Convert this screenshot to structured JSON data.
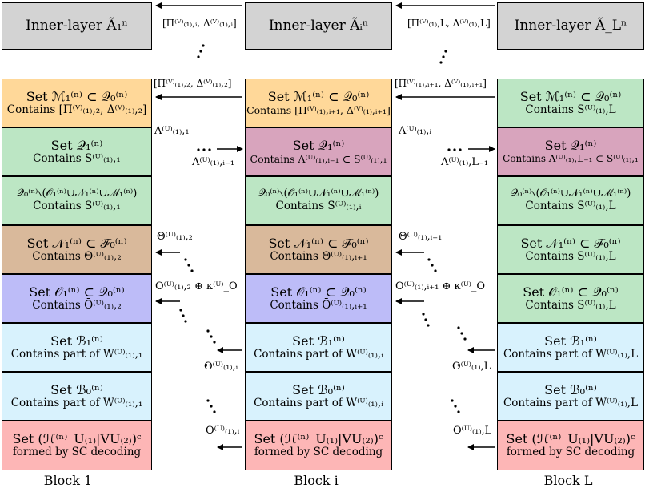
{
  "headers": [
    "Inner-layer Ã₁ⁿ",
    "Inner-layer Ãᵢⁿ",
    "Inner-layer Ã_Lⁿ"
  ],
  "colors": {
    "header": "#d3d3d3",
    "orange": "#ffd899",
    "green": "#bce6c4",
    "magenta": "#d8a4bd",
    "brown": "#d9b99b",
    "blue": "#bdbcf8",
    "lightblue": "#d8f2fd",
    "pink": "#fdb6b6"
  },
  "col1": [
    {
      "color": "orange",
      "line1": "Set ℳ₁⁽ⁿ⁾ ⊂ 𝒬₀⁽ⁿ⁾",
      "line2": "Contains [Π⁽ⱽ⁾₍₁₎,₂, Δ⁽ⱽ⁾₍₁₎,₂]"
    },
    {
      "color": "green",
      "line1": "Set 𝒬₁⁽ⁿ⁾",
      "line2": "Contains S⁽ᵁ⁾₍₁₎,₁"
    },
    {
      "color": "green",
      "line1": "𝒬₀⁽ⁿ⁾∖(𝒪₁⁽ⁿ⁾∪𝒩₁⁽ⁿ⁾∪ℳ₁⁽ⁿ⁾)",
      "line2": "Contains S⁽ᵁ⁾₍₁₎,₁"
    },
    {
      "color": "brown",
      "line1": "Set 𝒩₁⁽ⁿ⁾ ⊂ ℱ₀⁽ⁿ⁾",
      "line2": "Contains Θ⁽ᵁ⁾₍₁₎,₂"
    },
    {
      "color": "blue",
      "line1": "Set 𝒪₁⁽ⁿ⁾ ⊂ 𝒬₀⁽ⁿ⁾",
      "line2": "Contains Ō⁽ᵁ⁾₍₁₎,₂"
    },
    {
      "color": "lightblue",
      "line1": "Set ℬ₁⁽ⁿ⁾",
      "line2": "Contains part of W⁽ᵁ⁾₍₁₎,₁"
    },
    {
      "color": "lightblue",
      "line1": "Set ℬ₀⁽ⁿ⁾",
      "line2": "Contains part of W⁽ᵁ⁾₍₁₎,₁"
    },
    {
      "color": "pink",
      "line1": "Set (ℋ⁽ⁿ⁾_U₍₁₎|VU₍₂₎)ᶜ",
      "line2": "formed by SC decoding"
    }
  ],
  "col2": [
    {
      "color": "orange",
      "line1": "Set ℳ₁⁽ⁿ⁾ ⊂ 𝒬₀⁽ⁿ⁾",
      "line2": "Contains [Π⁽ⱽ⁾₍₁₎,ᵢ₊₁, Δ⁽ⱽ⁾₍₁₎,ᵢ₊₁]"
    },
    {
      "color": "magenta",
      "line1": "Set 𝒬₁⁽ⁿ⁾",
      "line2": "Contains Λ⁽ᵁ⁾₍₁₎,ᵢ₋₁ ⊂ S⁽ᵁ⁾₍₁₎,₁"
    },
    {
      "color": "green",
      "line1": "𝒬₀⁽ⁿ⁾∖(𝒪₁⁽ⁿ⁾∪𝒩₁⁽ⁿ⁾∪ℳ₁⁽ⁿ⁾)",
      "line2": "Contains S⁽ᵁ⁾₍₁₎,ᵢ"
    },
    {
      "color": "brown",
      "line1": "Set 𝒩₁⁽ⁿ⁾ ⊂ ℱ₀⁽ⁿ⁾",
      "line2": "Contains Θ⁽ᵁ⁾₍₁₎,ᵢ₊₁"
    },
    {
      "color": "blue",
      "line1": "Set 𝒪₁⁽ⁿ⁾ ⊂ 𝒬₀⁽ⁿ⁾",
      "line2": "Contains Ō⁽ᵁ⁾₍₁₎,ᵢ₊₁"
    },
    {
      "color": "lightblue",
      "line1": "Set ℬ₁⁽ⁿ⁾",
      "line2": "Contains part of W⁽ᵁ⁾₍₁₎,ᵢ"
    },
    {
      "color": "lightblue",
      "line1": "Set ℬ₀⁽ⁿ⁾",
      "line2": "Contains part of W⁽ᵁ⁾₍₁₎,ᵢ"
    },
    {
      "color": "pink",
      "line1": "Set (ℋ⁽ⁿ⁾_U₍₁₎|VU₍₂₎)ᶜ",
      "line2": "formed by SC decoding"
    }
  ],
  "col3": [
    {
      "color": "green",
      "line1": "Set ℳ₁⁽ⁿ⁾ ⊂ 𝒬₀⁽ⁿ⁾",
      "line2": "Contains S⁽ᵁ⁾₍₁₎,L"
    },
    {
      "color": "magenta",
      "line1": "Set 𝒬₁⁽ⁿ⁾",
      "line2": "Contains Λ⁽ᵁ⁾₍₁₎,L₋₁ ⊂ S⁽ᵁ⁾₍₁₎,₁"
    },
    {
      "color": "green",
      "line1": "𝒬₀⁽ⁿ⁾∖(𝒪₁⁽ⁿ⁾∪𝒩₁⁽ⁿ⁾∪ℳ₁⁽ⁿ⁾)",
      "line2": "Contains S⁽ᵁ⁾₍₁₎,L"
    },
    {
      "color": "green",
      "line1": "Set 𝒩₁⁽ⁿ⁾ ⊂ ℱ₀⁽ⁿ⁾",
      "line2": "Contains S⁽ᵁ⁾₍₁₎,L"
    },
    {
      "color": "green",
      "line1": "Set 𝒪₁⁽ⁿ⁾ ⊂ 𝒬₀⁽ⁿ⁾",
      "line2": "Contains S⁽ᵁ⁾₍₁₎,L"
    },
    {
      "color": "lightblue",
      "line1": "Set ℬ₁⁽ⁿ⁾",
      "line2": "Contains part of W⁽ᵁ⁾₍₁₎,L"
    },
    {
      "color": "lightblue",
      "line1": "Set ℬ₀⁽ⁿ⁾",
      "line2": "Contains part of W⁽ᵁ⁾₍₁₎,L"
    },
    {
      "color": "pink",
      "line1": "Set (ℋ⁽ⁿ⁾_U₍₁₎|VU₍₂₎)ᶜ",
      "line2": "formed by SC decoding"
    }
  ],
  "arrow_labels": {
    "pi_i": "[Π⁽ⱽ⁾₍₁₎,ᵢ, Δ⁽ⱽ⁾₍₁₎,ᵢ]",
    "pi_2": "[Π⁽ⱽ⁾₍₁₎,₂, Δ⁽ⱽ⁾₍₁₎,₂]",
    "pi_L": "[Π⁽ⱽ⁾₍₁₎,L, Δ⁽ⱽ⁾₍₁₎,L]",
    "pi_i1": "[Π⁽ⱽ⁾₍₁₎,ᵢ₊₁, Δ⁽ⱽ⁾₍₁₎,ᵢ₊₁]",
    "lambda_1": "Λ⁽ᵁ⁾₍₁₎,₁",
    "lambda_im1": "Λ⁽ᵁ⁾₍₁₎,ᵢ₋₁",
    "lambda_i": "Λ⁽ᵁ⁾₍₁₎,ᵢ",
    "lambda_Lm1": "Λ⁽ᵁ⁾₍₁₎,L₋₁",
    "theta_2": "Θ⁽ᵁ⁾₍₁₎,₂",
    "theta_i1": "Θ⁽ᵁ⁾₍₁₎,ᵢ₊₁",
    "o_2": "O⁽ᵁ⁾₍₁₎,₂ ⊕ κ⁽ᵁ⁾_O",
    "o_i1": "O⁽ᵁ⁾₍₁₎,ᵢ₊₁ ⊕ κ⁽ᵁ⁾_O",
    "theta_i": "Θ⁽ᵁ⁾₍₁₎,ᵢ",
    "theta_L": "Θ⁽ᵁ⁾₍₁₎,L",
    "o_i": "O⁽ᵁ⁾₍₁₎,ᵢ",
    "o_L": "O⁽ᵁ⁾₍₁₎,L"
  },
  "block_labels": [
    "Block 1",
    "Block i",
    "Block L"
  ]
}
